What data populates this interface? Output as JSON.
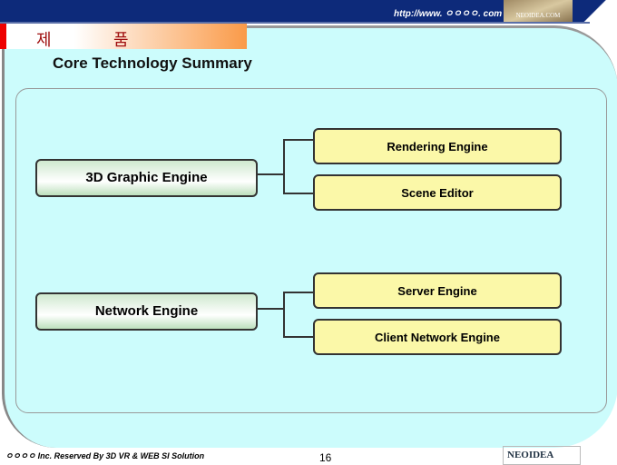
{
  "header": {
    "url": "http://www. ㅇㅇㅇㅇ. com",
    "logo": "NEOIDEA.COM"
  },
  "category": [
    "제",
    "품"
  ],
  "title": "Core Technology Summary",
  "diagram": {
    "groups": [
      {
        "label": "3D Graphic Engine",
        "children": [
          "Rendering Engine",
          "Scene Editor"
        ]
      },
      {
        "label": "Network Engine",
        "children": [
          "Server Engine",
          "Client Network Engine"
        ]
      }
    ]
  },
  "footer": {
    "copyright": "ㅇㅇㅇㅇ Inc. Reserved By 3D VR & WEB SI Solution",
    "page": "16",
    "logo": "NEOIDEA"
  }
}
